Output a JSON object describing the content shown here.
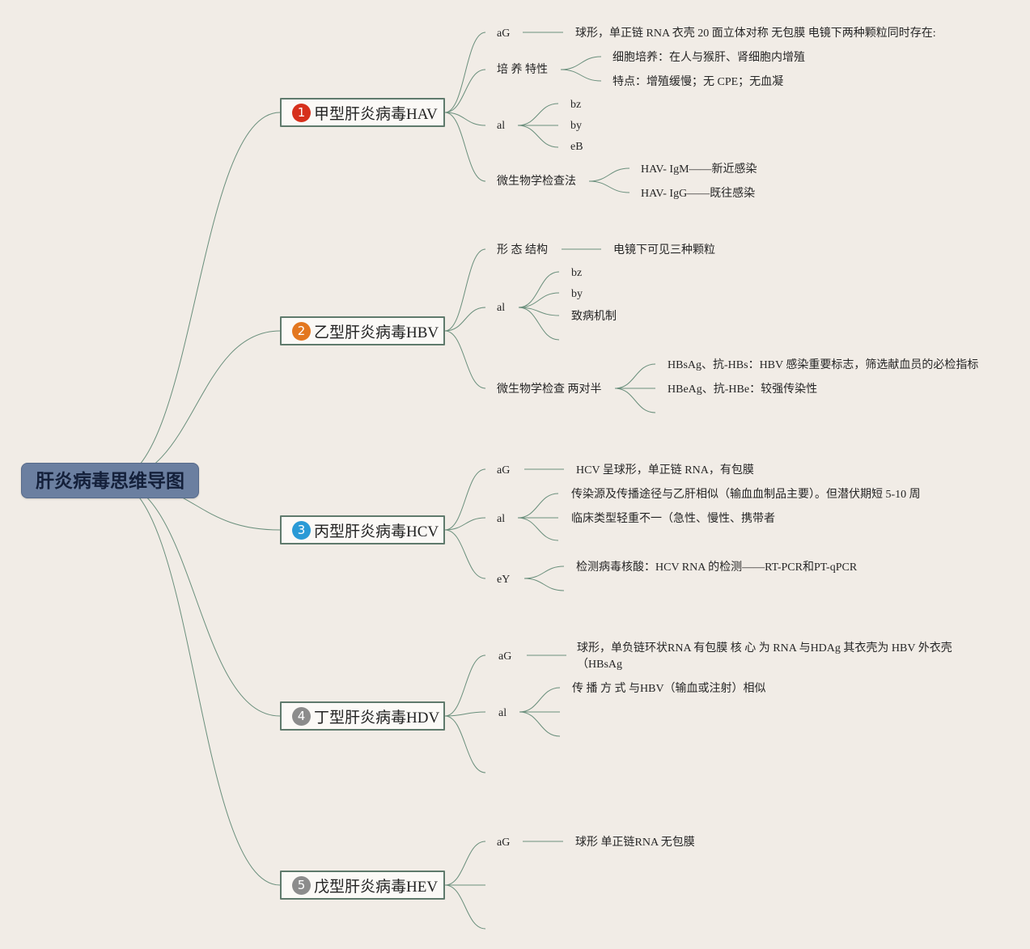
{
  "colors": {
    "background": "#f1ece6",
    "line": "#6a8f7c",
    "root_fill": "#6b7fa0"
  },
  "root": {
    "title": "肝炎病毒思维导图"
  },
  "branches": [
    {
      "number": "1",
      "badge_color": "#d6301c",
      "title": "甲型肝炎病毒HAV",
      "items": [
        {
          "label": "aG",
          "text": "球形，单正链 RNA 衣壳 20 面立体对称 无包膜 电镜下两种颗粒同时存在:"
        },
        {
          "label": "培 养 特性",
          "children": [
            "细胞培养：在人与猴肝、肾细胞内增殖",
            "特点：增殖缓慢；无 CPE；无血凝"
          ]
        },
        {
          "label": "al",
          "children": [
            "bz",
            "by",
            "eB"
          ]
        },
        {
          "label": "微生物学检查法",
          "children": [
            "HAV- IgM——新近感染",
            "HAV- IgG——既往感染"
          ]
        }
      ]
    },
    {
      "number": "2",
      "badge_color": "#e3771f",
      "title": "乙型肝炎病毒HBV",
      "items": [
        {
          "label": "形 态 结构",
          "text": "电镜下可见三种颗粒"
        },
        {
          "label": "al",
          "children": [
            "bz",
            "by",
            "致病机制"
          ]
        },
        {
          "label": "微生物学检查 两对半",
          "children": [
            "HBsAg、抗-HBs：HBV 感染重要标志，筛选献血员的必检指标",
            "HBeAg、抗-HBe：较强传染性"
          ]
        }
      ]
    },
    {
      "number": "3",
      "badge_color": "#2a9ad6",
      "title": "丙型肝炎病毒HCV",
      "items": [
        {
          "label": "aG",
          "text": "HCV 呈球形，单正链 RNA，有包膜"
        },
        {
          "label": "al",
          "children": [
            "传染源及传播途径与乙肝相似（输血血制品主要）。但潜伏期短 5-10 周",
            "临床类型轻重不一（急性、慢性、携带者"
          ]
        },
        {
          "label": "eY",
          "children": [
            "检测病毒核酸：HCV RNA 的检测——RT-PCR和PT-qPCR"
          ]
        }
      ]
    },
    {
      "number": "4",
      "badge_color": "#8c8c8c",
      "title": "丁型肝炎病毒HDV",
      "items": [
        {
          "label": "aG",
          "text": "球形，单负链环状RNA 有包膜 核 心 为 RNA 与HDAg 其衣壳为 HBV 外衣壳",
          "text2": "（HBsAg"
        },
        {
          "label": "al",
          "children": [
            "传 播 方 式 与HBV（输血或注射）相似"
          ]
        }
      ]
    },
    {
      "number": "5",
      "badge_color": "#8c8c8c",
      "title": "戊型肝炎病毒HEV",
      "items": [
        {
          "label": "aG",
          "text": "球形 单正链RNA 无包膜"
        }
      ]
    }
  ]
}
